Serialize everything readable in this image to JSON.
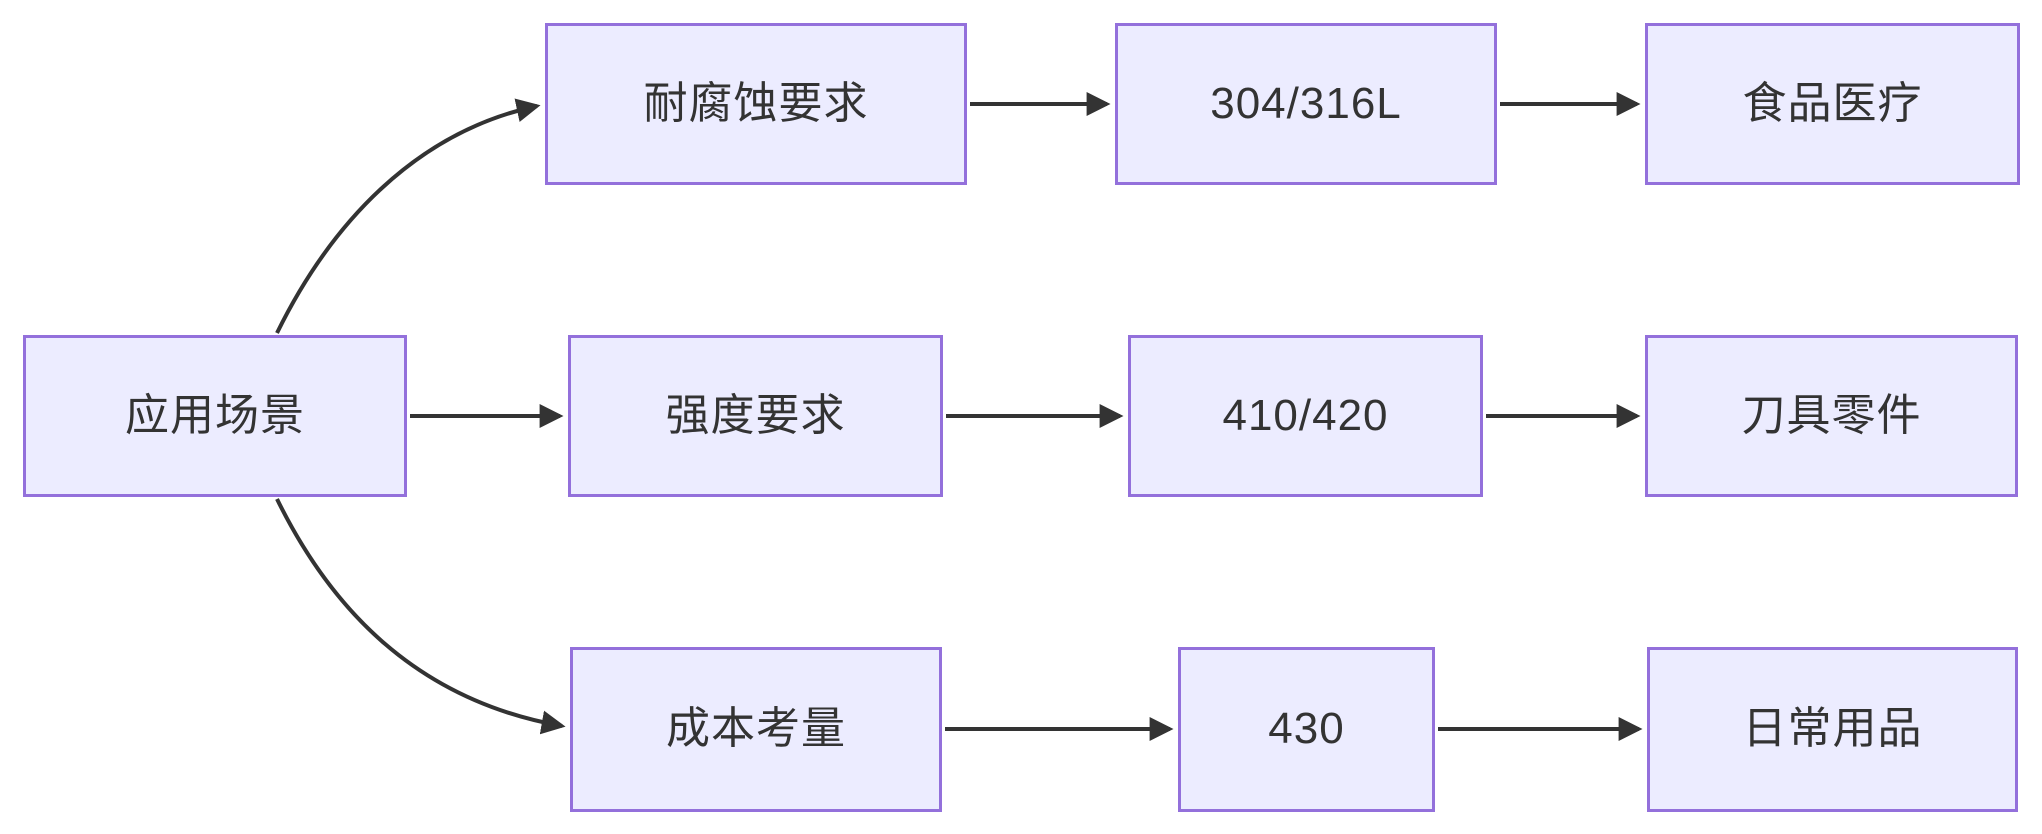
{
  "diagram": {
    "type": "flowchart-left-to-right",
    "colors": {
      "background": "#ffffff",
      "nodeFill": "#ECECFF",
      "nodeBorder": "#9370DB",
      "edge": "#333333",
      "text": "#333333"
    },
    "nodes": [
      {
        "id": "root",
        "label": "应用场景"
      },
      {
        "id": "branch-corrosion",
        "label": "耐腐蚀要求"
      },
      {
        "id": "grade-304-316l",
        "label": "304/316L"
      },
      {
        "id": "use-food-medical",
        "label": "食品医疗"
      },
      {
        "id": "branch-strength",
        "label": "强度要求"
      },
      {
        "id": "grade-410-420",
        "label": "410/420"
      },
      {
        "id": "use-knife-parts",
        "label": "刀具零件"
      },
      {
        "id": "branch-cost",
        "label": "成本考量"
      },
      {
        "id": "grade-430",
        "label": "430"
      },
      {
        "id": "use-daily-goods",
        "label": "日常用品"
      }
    ],
    "edges": [
      {
        "from": "root",
        "to": "branch-corrosion"
      },
      {
        "from": "root",
        "to": "branch-strength"
      },
      {
        "from": "root",
        "to": "branch-cost"
      },
      {
        "from": "branch-corrosion",
        "to": "grade-304-316l"
      },
      {
        "from": "grade-304-316l",
        "to": "use-food-medical"
      },
      {
        "from": "branch-strength",
        "to": "grade-410-420"
      },
      {
        "from": "grade-410-420",
        "to": "use-knife-parts"
      },
      {
        "from": "branch-cost",
        "to": "grade-430"
      },
      {
        "from": "grade-430",
        "to": "use-daily-goods"
      }
    ]
  }
}
